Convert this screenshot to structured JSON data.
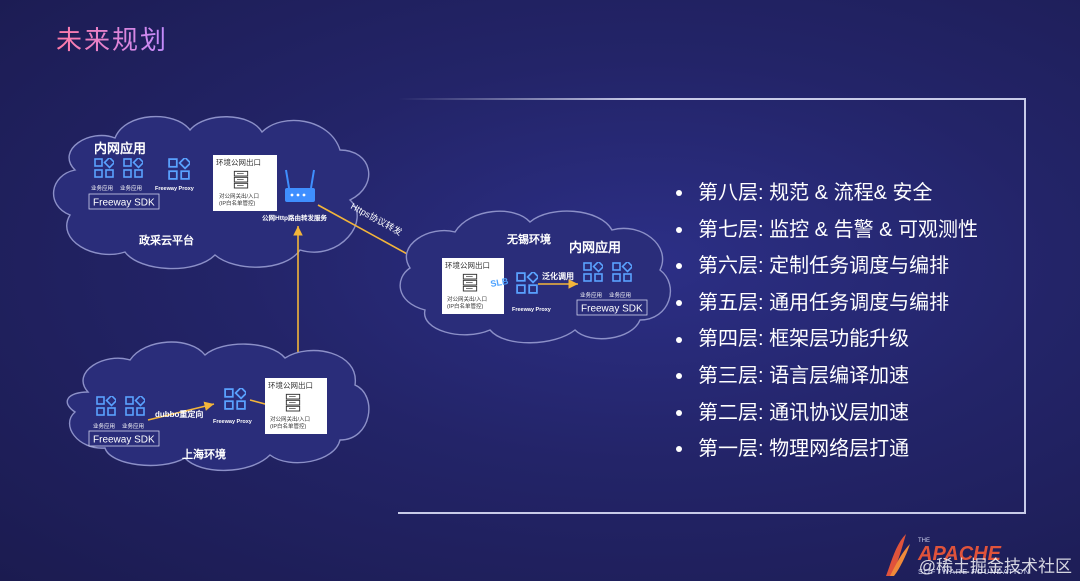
{
  "slide": {
    "title": "未来规划"
  },
  "diagram": {
    "zone_gov": {
      "cloud_title": "内网应用",
      "region": "政采云平台",
      "app1": "业务应用",
      "app2": "业务应用",
      "proxy": "Freeway Proxy",
      "sdk": "Freeway SDK"
    },
    "gateway_gov": {
      "header": "环境公网出口",
      "line1": "对公网关出/入口",
      "line2": "(IP白名单管控)"
    },
    "router": {
      "label": "公网Http路由转发服务"
    },
    "https": {
      "label": "Https协议转发"
    },
    "zone_wuxi": {
      "region": "无锡环境",
      "cloud_title": "内网应用",
      "gateway_header": "环境公网出口",
      "gateway_line1": "对公网关出/入口",
      "gateway_line2": "(IP白名单管控)",
      "slb": "SLB",
      "generic_call": "泛化调用",
      "proxy": "Freeway Proxy",
      "app1": "业务应用",
      "app2": "业务应用",
      "sdk": "Freeway SDK"
    },
    "zone_sh": {
      "region": "上海环境",
      "app1": "业务应用",
      "app2": "业务应用",
      "sdk": "Freeway SDK",
      "dubbo": "dubbo重定向",
      "proxy": "Freeway Proxy",
      "gateway_header": "环境公网出口",
      "gateway_line1": "对公网关出/入口",
      "gateway_line2": "(IP白名单管控)"
    }
  },
  "layers": [
    "第八层: 规范 & 流程& 安全",
    "第七层: 监控 & 告警 & 可观测性",
    "第六层: 定制任务调度与编排",
    "第五层: 通用任务调度与编排",
    "第四层: 框架层功能升级",
    "第三层: 语言层编译加速",
    "第二层: 通讯协议层加速",
    "第一层: 物理网络层打通"
  ],
  "footer": {
    "logo_small": "THE",
    "logo_main": "APACHE",
    "logo_sub": "SOFTWARE FOUNDATION",
    "watermark": "@稀土掘金技术社区"
  },
  "colors": {
    "background": "#232468",
    "arrow": "#f3b53a",
    "icon_blue": "#3f8fff",
    "title_gradient_start": "#ff7aa6"
  }
}
